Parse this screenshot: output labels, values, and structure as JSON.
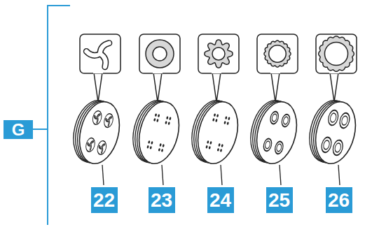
{
  "diagram": {
    "labels": [
      "G",
      "22",
      "23",
      "24",
      "25",
      "26"
    ]
  }
}
